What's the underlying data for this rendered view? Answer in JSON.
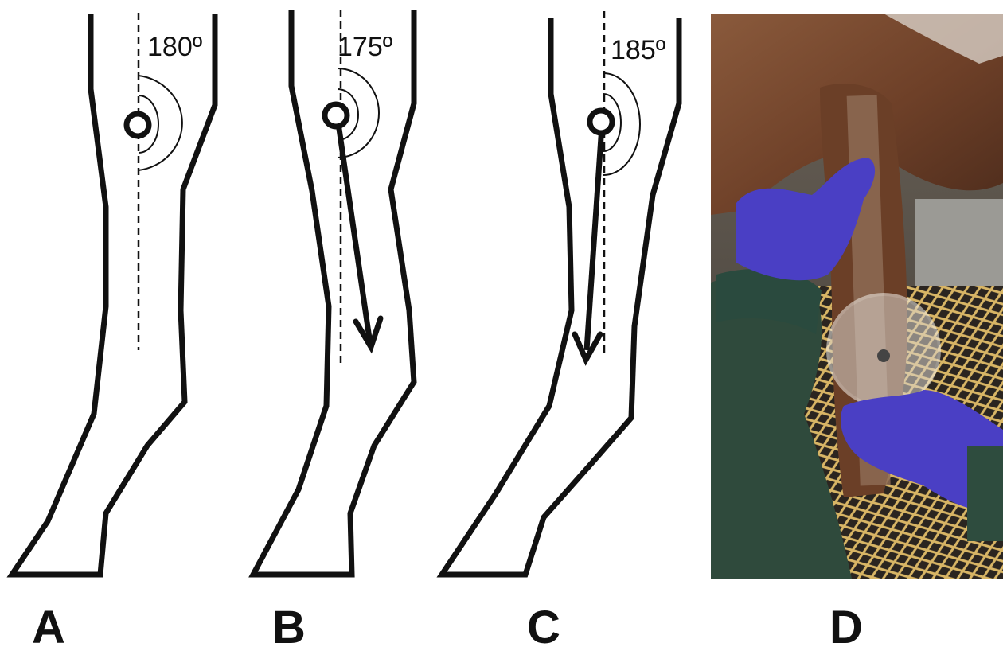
{
  "panels": {
    "A": {
      "letter": "A",
      "angle_label": "180º"
    },
    "B": {
      "letter": "B",
      "angle_label": "175º"
    },
    "C": {
      "letter": "C",
      "angle_label": "185º"
    },
    "D": {
      "letter": "D"
    }
  },
  "colors": {
    "ink": "#111111",
    "fur": "#7a4a30",
    "glove": "#4a3fc4",
    "jacket": "#2f4a3c",
    "grate": "#c9a55a"
  }
}
